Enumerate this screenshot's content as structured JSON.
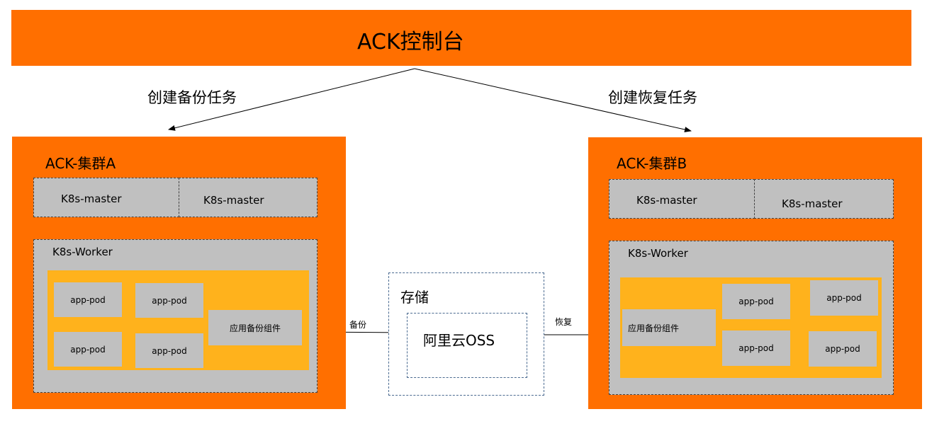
{
  "console": {
    "title": "ACK控制台"
  },
  "tasks": {
    "backup_task": "创建备份任务",
    "restore_task": "创建恢复任务"
  },
  "cluster_a": {
    "title": "ACK-集群A",
    "masters": [
      "K8s-master",
      "K8s-master"
    ],
    "worker_label": "K8s-Worker",
    "pods": [
      "app-pod",
      "app-pod",
      "app-pod",
      "app-pod"
    ],
    "component": "应用备份组件"
  },
  "cluster_b": {
    "title": "ACK-集群B",
    "masters": [
      "K8s-master",
      "K8s-master"
    ],
    "worker_label": "K8s-Worker",
    "pods": [
      "app-pod",
      "app-pod",
      "app-pod",
      "app-pod"
    ],
    "component": "应用备份组件"
  },
  "storage": {
    "title": "存储",
    "oss": "阿里云OSS"
  },
  "flows": {
    "backup": "备份",
    "restore": "恢复"
  },
  "colors": {
    "orange": "#ff6f00",
    "yellow": "#ffb21c",
    "grey": "#c0c0c0"
  }
}
